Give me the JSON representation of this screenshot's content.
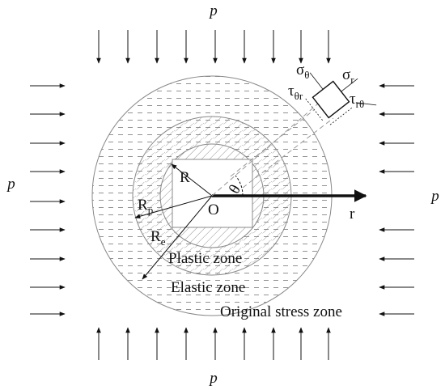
{
  "labels": {
    "load_top": "p",
    "load_bottom": "p",
    "load_left": "p",
    "load_right": "p",
    "sigma_theta": {
      "base": "σ",
      "sub": "θ"
    },
    "sigma_r": {
      "base": "σ",
      "sub": "r"
    },
    "tau_theta_r": {
      "base": "τ",
      "sub": "θr"
    },
    "tau_r_theta": {
      "base": "τ",
      "sub": "rθ"
    },
    "radius_R": "R",
    "radius_Rp": {
      "base": "R",
      "sub": "p"
    },
    "radius_Re": {
      "base": "R",
      "sub": "e"
    },
    "origin": "O",
    "angle": "θ",
    "axis_r": "r",
    "plastic_zone": "Plastic zone",
    "elastic_zone": "Elastic zone",
    "original_zone": "Original stress zone"
  },
  "colors": {
    "stroke": "#111111",
    "hatch": "#555555",
    "ring": "#888888"
  }
}
